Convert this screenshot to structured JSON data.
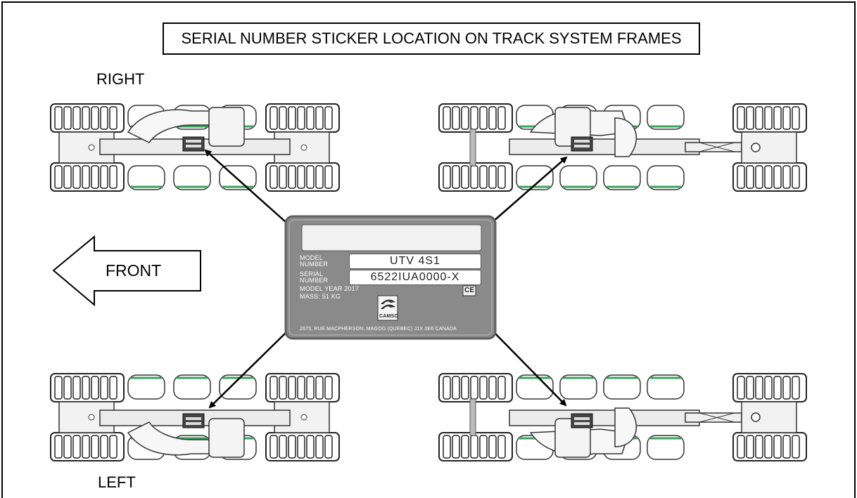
{
  "title": "SERIAL NUMBER STICKER LOCATION ON TRACK SYSTEM FRAMES",
  "labels": {
    "right": "RIGHT",
    "left": "LEFT",
    "front": "FRONT"
  },
  "plate": {
    "model_label": "MODEL",
    "number_label_1": "NUMBER",
    "serial_label": "SERIAL",
    "number_label_2": "NUMBER",
    "model_value": "UTV 4S1",
    "serial_value": "6522IUA0000-X",
    "year_line": "MODEL YEAR 2017",
    "mass_line": "MASS: 51 KG",
    "ce_mark": "CE",
    "brand": "CAMSO",
    "address": "2675, RUE MACPHERSON, MAGOG (QUEBEC) J1X 0E6 CANADA"
  },
  "colors": {
    "plate_bg": "#8a8a8a",
    "plate_border": "#5f5f5f",
    "green_accent": "#3aa35a",
    "line": "#000000"
  }
}
